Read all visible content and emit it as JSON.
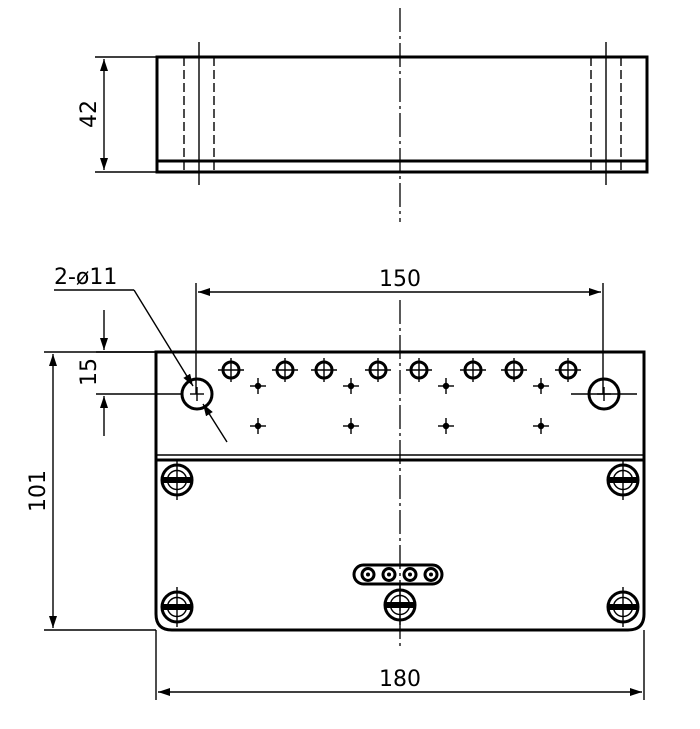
{
  "dimensions": {
    "height_top_view": "42",
    "hole_callout": "2-ø11",
    "hole_spacing": "150",
    "hole_offset": "15",
    "overall_height": "101",
    "overall_width": "180"
  }
}
